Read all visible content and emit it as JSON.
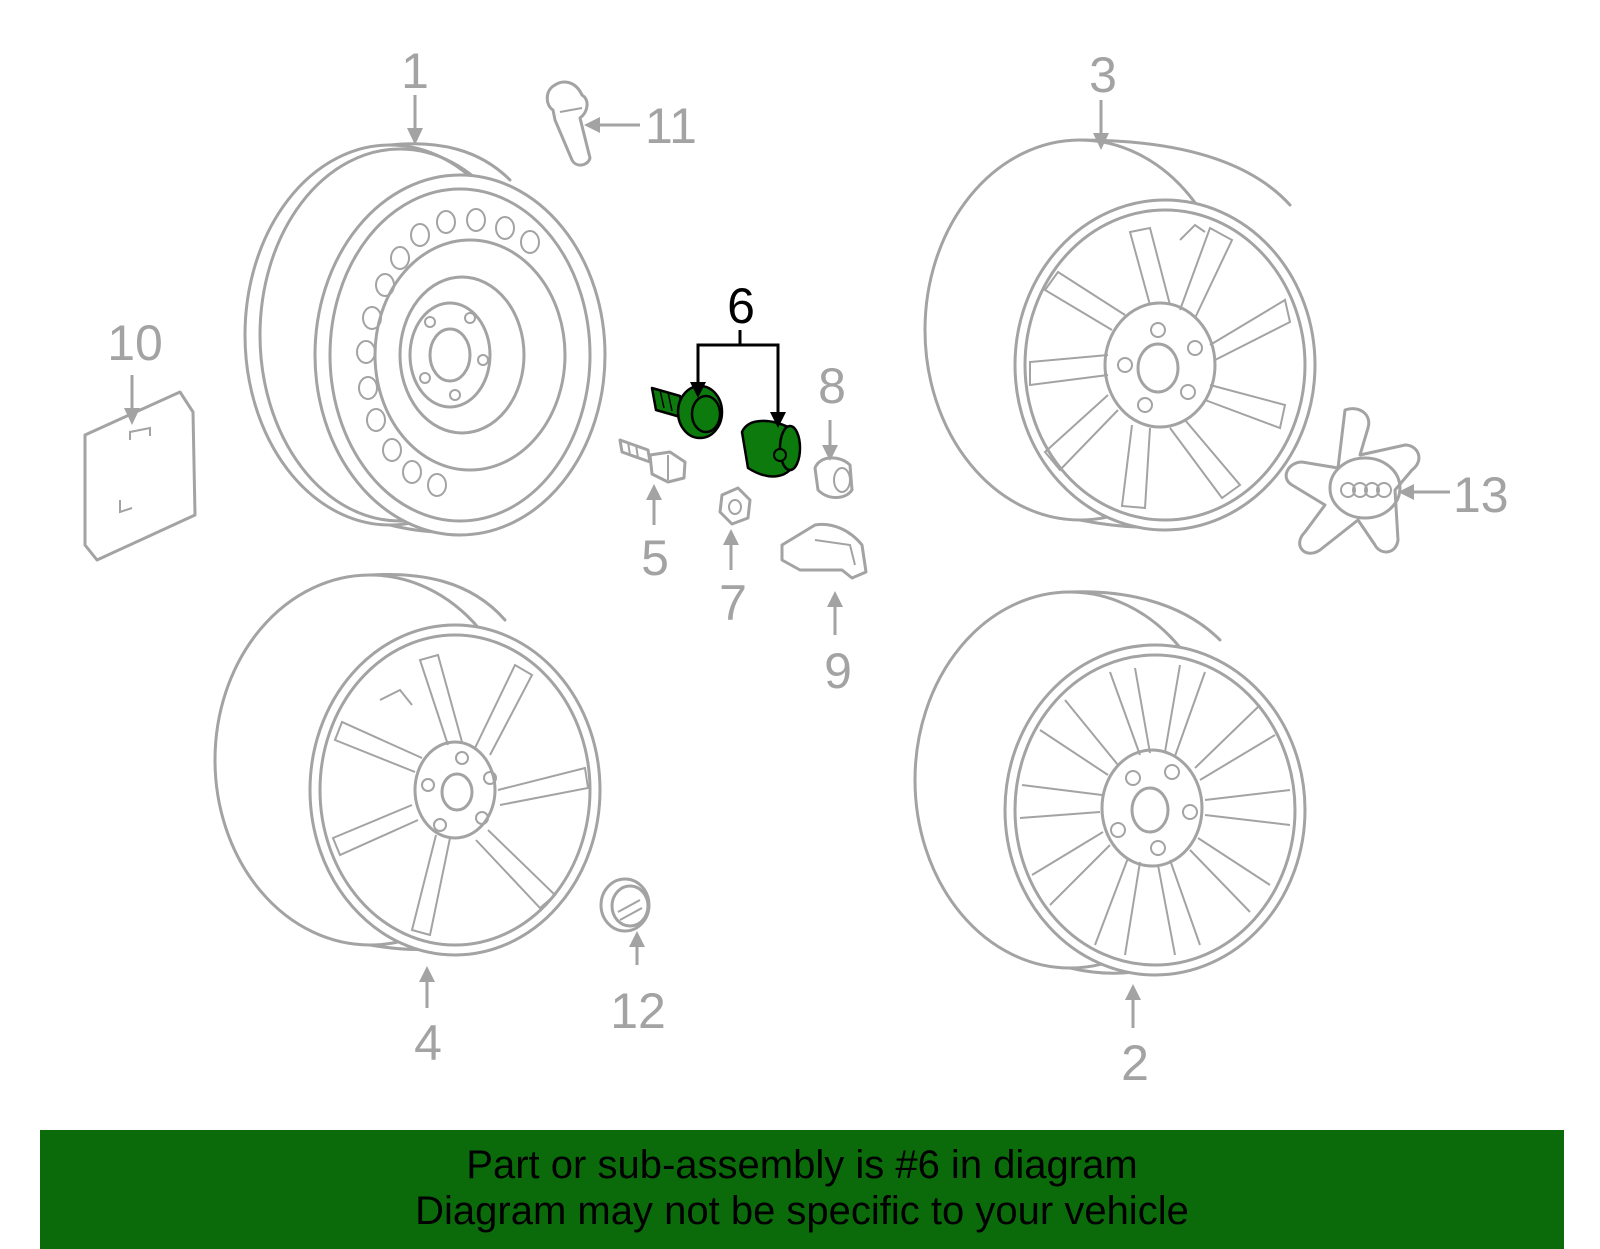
{
  "callouts": {
    "c1": "1",
    "c2": "2",
    "c3": "3",
    "c4": "4",
    "c5": "5",
    "c6": "6",
    "c7": "7",
    "c8": "8",
    "c9": "9",
    "c10": "10",
    "c11": "11",
    "c12": "12",
    "c13": "13"
  },
  "highlighted_callout": "6",
  "colors": {
    "line_art": "#a3a3a3",
    "highlight_part": "#0d7a0d",
    "banner_background": "#0b6b0b",
    "banner_text": "#000000"
  },
  "banner": {
    "line1": "Part or sub-assembly is #6 in diagram",
    "line2": "Diagram may not be specific to your vehicle"
  }
}
